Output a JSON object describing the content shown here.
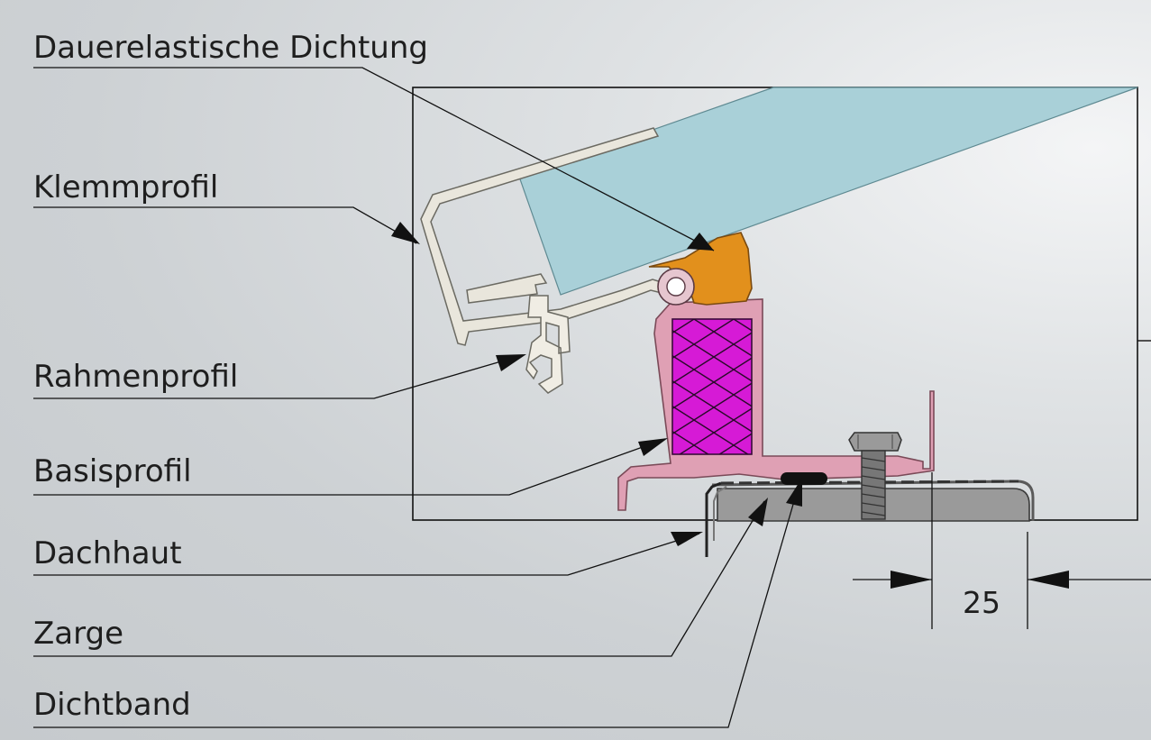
{
  "labels": {
    "dichtung": "Dauerelastische Dichtung",
    "klemmprofil": "Klemmprofil",
    "rahmenprofil": "Rahmenprofil",
    "basisprofil": "Basisprofil",
    "dachhaut": "Dachhaut",
    "zarge": "Zarge",
    "dichtband": "Dichtband"
  },
  "dimension": {
    "value": "25"
  },
  "colors": {
    "glass": "#a9d0d8",
    "seal": "#e2901c",
    "base_profile": "#dfa0b4",
    "insulation": "#d61ad6",
    "clamp_profile": "#e9e6dc",
    "curb": "#9a9a9a",
    "line": "#111111"
  }
}
